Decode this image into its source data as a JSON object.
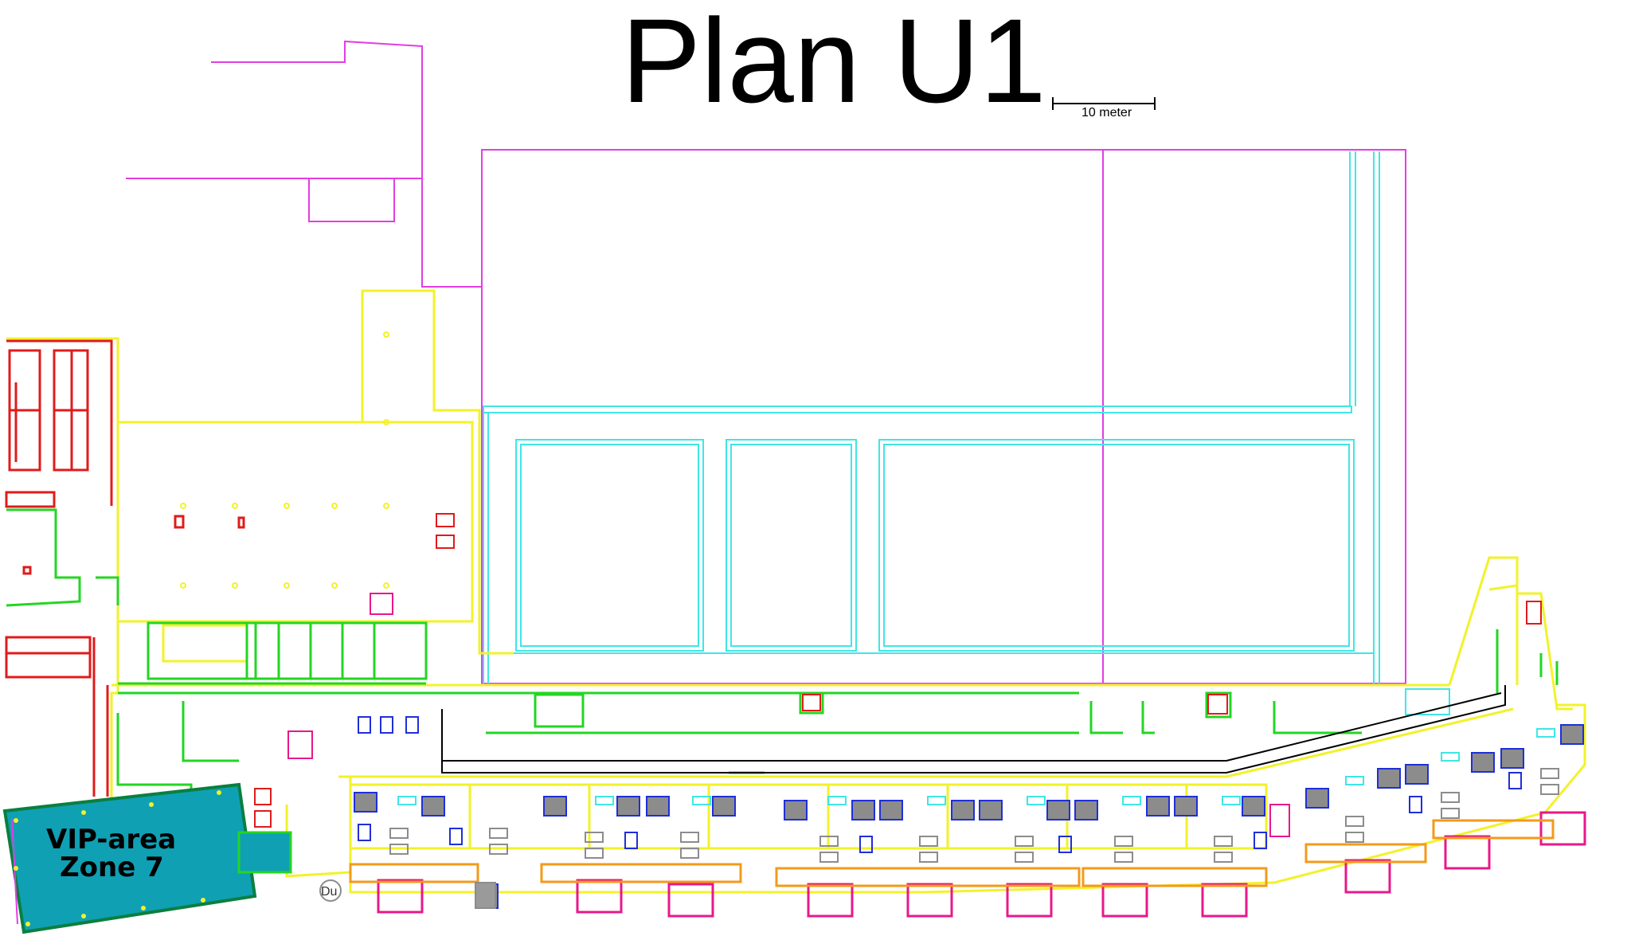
{
  "title": "Plan U1",
  "scale_bar": {
    "label": "10 meter"
  },
  "vip_area": {
    "line1": "VIP-area",
    "line2": "Zone 7"
  },
  "markers": {
    "du": "Du"
  },
  "colors": {
    "magenta": "#e23ee2",
    "cyan": "#3fe6e6",
    "yellow": "#f2f22a",
    "green": "#23d623",
    "red": "#e01b1b",
    "blue": "#1f2fd8",
    "orange": "#f39a1a",
    "pink": "#e8188a",
    "vip_fill": "#0fa0b4",
    "vip_border": "#0a7f3f",
    "grey": "#8c8c8c",
    "black": "#000000"
  }
}
